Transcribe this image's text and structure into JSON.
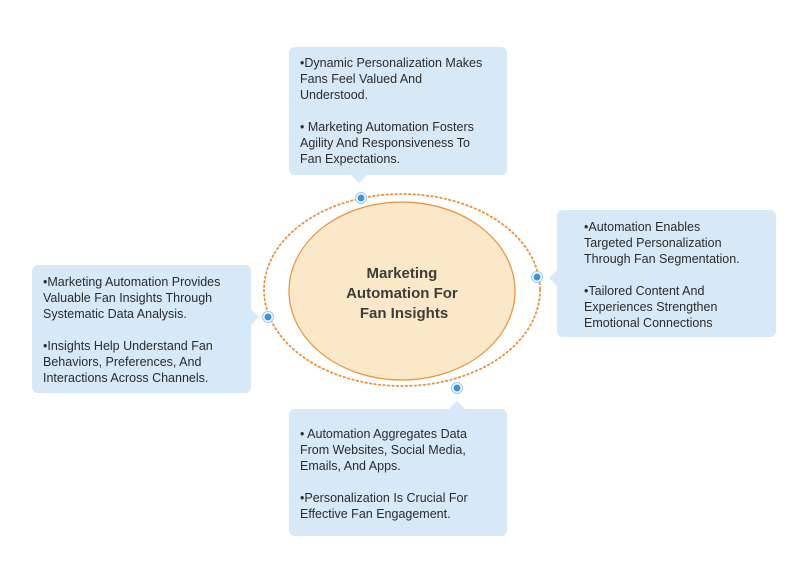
{
  "center": {
    "title_lines": [
      "Marketing",
      "Automation For",
      "Fan Insights"
    ]
  },
  "cards": {
    "top": [
      "•Dynamic Personalization Makes\nFans Feel Valued And\nUnderstood.",
      "• Marketing Automation Fosters\nAgility And Responsiveness To\nFan Expectations."
    ],
    "right": [
      "•Automation Enables\nTargeted Personalization\nThrough Fan Segmentation.",
      "•Tailored Content And\nExperiences Strengthen\nEmotional Connections"
    ],
    "left": [
      "•Marketing Automation Provides\nValuable Fan Insights Through\nSystematic Data Analysis.",
      "•Insights Help Understand Fan\nBehaviors, Preferences, And\nInteractions Across Channels."
    ],
    "bottom": [
      "• Automation Aggregates Data\nFrom Websites, Social Media,\nEmails, And Apps.",
      "•Personalization Is Crucial For\nEffective Fan Engagement."
    ]
  },
  "colors": {
    "card_fill": "#d7e8f6",
    "ellipse_fill": "#fbe8c8",
    "ellipse_stroke": "#e8923a",
    "orbit_stroke": "#e8923a",
    "connector_dot": "#3a94e4",
    "text": "#2b2b2b",
    "title_text": "#3d3d3d"
  }
}
